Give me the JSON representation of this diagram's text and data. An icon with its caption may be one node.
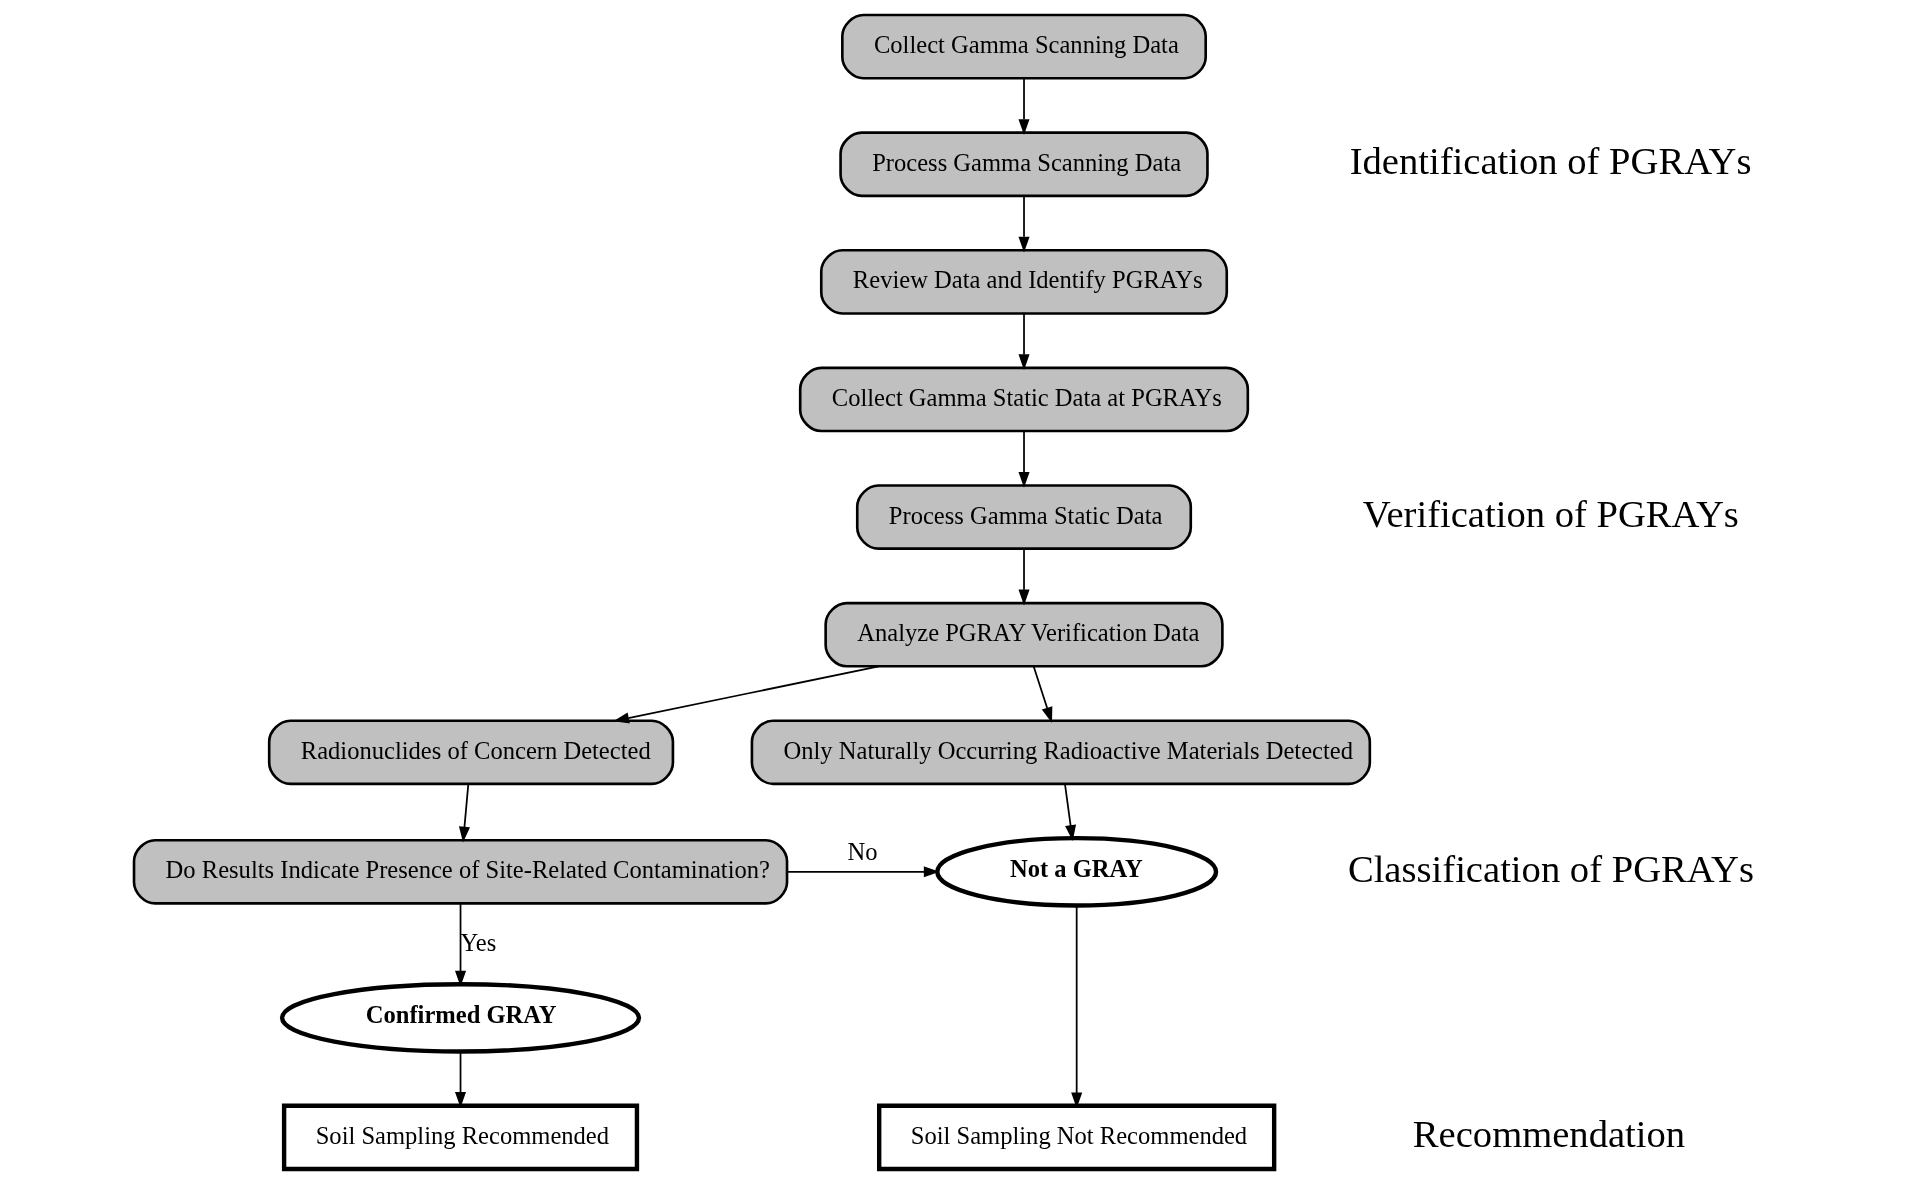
{
  "diagram": {
    "nodes": [
      {
        "text": [
          "Collect Gamma Scanning Data"
        ]
      },
      {
        "text": [
          "Process Gamma Scanning Data"
        ]
      },
      {
        "text": [
          "Review Data and Identify PGRAYs"
        ]
      },
      {
        "text": [
          "Collect Gamma Static Data at PGRAYs"
        ]
      },
      {
        "text": [
          "Process Gamma Static Data"
        ]
      },
      {
        "text": [
          "Analyze PGRAY Verification Data"
        ]
      },
      {
        "text": [
          "Radionuclides of Concern Detected"
        ]
      },
      {
        "text": [
          "Only Naturally Occurring Radioactive Materials Detected"
        ]
      },
      {
        "text": [
          "Do Results Indicate Presence of Site-Related Contamination?"
        ]
      },
      {
        "text": [
          "Not a GRAY"
        ]
      },
      {
        "text": [
          "Confirmed GRAY"
        ]
      },
      {
        "text": [
          "Soil Sampling Recommended"
        ]
      },
      {
        "text": [
          "Soil Sampling Not Recommended"
        ]
      }
    ],
    "edges": [
      {
        "from": 0,
        "to": 1,
        "arrow": "to"
      },
      {
        "from": 1,
        "to": 2,
        "arrow": "to"
      },
      {
        "from": 2,
        "to": 3,
        "arrow": "to"
      },
      {
        "from": 3,
        "to": 4,
        "arrow": "to"
      },
      {
        "from": 4,
        "to": 5,
        "arrow": "to"
      },
      {
        "from": 5,
        "to": 6,
        "arrow": "to"
      },
      {
        "from": 5,
        "to": 7,
        "arrow": "to"
      },
      {
        "from": 6,
        "to": 8,
        "arrow": "to"
      },
      {
        "from": 7,
        "to": 9,
        "arrow": "to"
      },
      {
        "from": 8,
        "to": 9,
        "arrow": "to",
        "label": "No"
      },
      {
        "from": 8,
        "to": 10,
        "arrow": "to",
        "label": "Yes"
      },
      {
        "from": 10,
        "to": 11,
        "arrow": "to"
      },
      {
        "from": 9,
        "to": 12,
        "arrow": "to"
      }
    ],
    "labels": [
      "Identification of PGRAYs",
      "Verification of PGRAYs",
      "Classification of PGRAYs",
      "Recommendation"
    ]
  }
}
